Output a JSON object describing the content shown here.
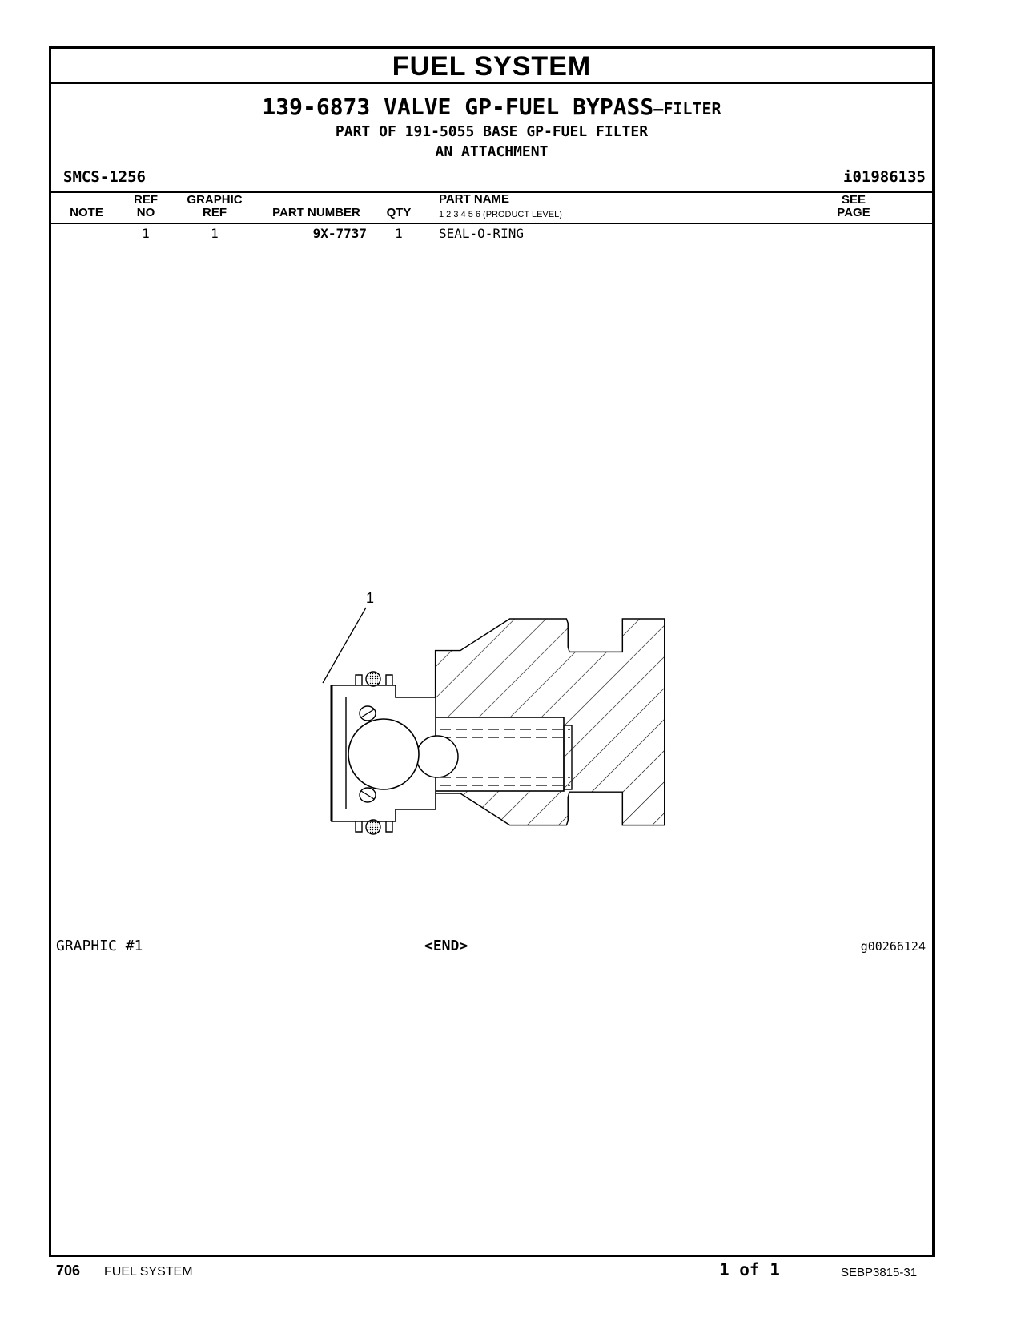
{
  "section_title": "FUEL SYSTEM",
  "group": {
    "title": "139-6873 VALVE GP-FUEL BYPASS",
    "title_suffix": "—FILTER",
    "subtitle_1": "PART OF 191-5055 BASE GP-FUEL FILTER",
    "subtitle_2": "AN ATTACHMENT"
  },
  "smcs": "SMCS-1256",
  "illustration_id": "i01986135",
  "table": {
    "headers": {
      "note": "NOTE",
      "ref_no_1": "REF",
      "ref_no_2": "NO",
      "graphic_ref_1": "GRAPHIC",
      "graphic_ref_2": "REF",
      "part_number": "PART NUMBER",
      "qty": "QTY",
      "part_name": "PART NAME",
      "product_levels": "1   2   3   4   5   6   (PRODUCT LEVEL)",
      "see_page_1": "SEE",
      "see_page_2": "PAGE"
    },
    "rows": [
      {
        "note": "",
        "ref_no": "1",
        "graphic_ref": "1",
        "part_number": "9X-7737",
        "qty": "1",
        "part_name": "SEAL-O-RING",
        "see_page": ""
      }
    ]
  },
  "callout": "1",
  "graphic_label": "GRAPHIC #1",
  "end_label": "<END>",
  "graphic_id": "g00266124",
  "footer": {
    "page_number": "706",
    "section": "FUEL SYSTEM",
    "page_of": "1 of 1",
    "doc_number": "SEBP3815-31"
  }
}
